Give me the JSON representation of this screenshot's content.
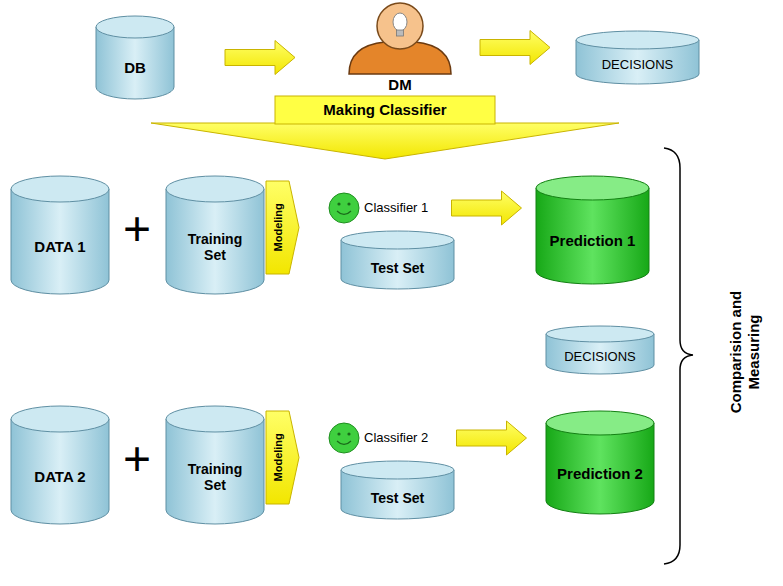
{
  "diagram": {
    "nodes": [
      {
        "text": [
          "DB"
        ]
      },
      {
        "text": [
          "DM"
        ]
      },
      {
        "text": [
          "DECISIONS"
        ]
      },
      {
        "text": [
          "Making Classifier"
        ]
      },
      {
        "text": [
          "DATA 1"
        ]
      },
      {
        "text": [
          "Training Set"
        ]
      },
      {
        "text": [
          "Modeling"
        ]
      },
      {
        "text": [
          "Classifier 1"
        ]
      },
      {
        "text": [
          "Test Set"
        ]
      },
      {
        "text": [
          "Prediction 1"
        ]
      },
      {
        "text": [
          "DECISIONS"
        ]
      },
      {
        "text": [
          "DATA 2"
        ]
      },
      {
        "text": [
          "Training Set"
        ]
      },
      {
        "text": [
          "Modeling"
        ]
      },
      {
        "text": [
          "Classifier 2"
        ]
      },
      {
        "text": [
          "Test Set"
        ]
      },
      {
        "text": [
          "Prediction 2"
        ]
      }
    ],
    "edges": [
      {
        "from": 0,
        "to": 1,
        "arrow": "to"
      },
      {
        "from": 1,
        "to": 2,
        "arrow": "to"
      },
      {
        "from": 7,
        "to": 9,
        "arrow": "to"
      },
      {
        "from": 14,
        "to": 16,
        "arrow": "to"
      }
    ],
    "labels": [
      "+",
      "+",
      "Comparision and Measuring"
    ]
  }
}
